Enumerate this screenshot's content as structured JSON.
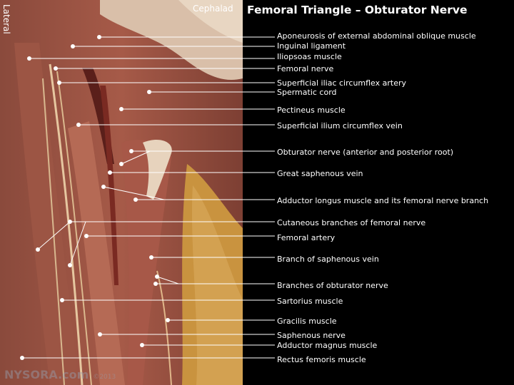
{
  "title": "Femoral Triangle – Obturator Nerve",
  "orientation": {
    "top": "Cephalad",
    "left": "Lateral"
  },
  "watermark": {
    "brand": "NYSORA.com",
    "year": "©2013"
  },
  "labels": [
    "Aponeurosis of external abdominal oblique muscle",
    "Inguinal ligament",
    "Iliopsoas muscle",
    "Femoral nerve",
    "Superficial iliac circumflex artery",
    "Spermatic cord",
    "Pectineus muscle",
    "Superficial ilium circumflex vein",
    "Obturator nerve (anterior and posterior root)",
    "Great saphenous vein",
    "Adductor longus muscle and its femoral nerve branch",
    "Cutaneous branches of femoral nerve",
    "Femoral artery",
    "Branch of saphenous vein",
    "Branches of obturator nerve",
    "Sartorius muscle",
    "Gracilis muscle",
    "Saphenous nerve",
    "Adductor magnus muscle",
    "Rectus femoris muscle"
  ]
}
